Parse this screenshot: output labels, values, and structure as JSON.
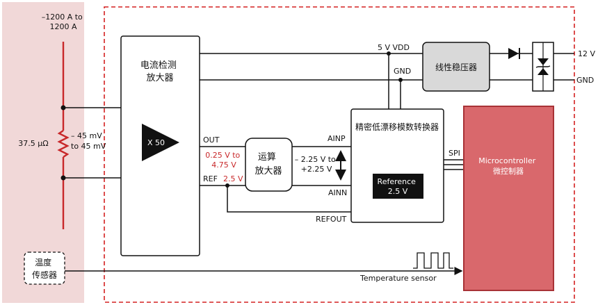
{
  "colors": {
    "sensor_band": "#f1d8d8",
    "frame_dash": "#d42020",
    "wire_red": "#c8282a",
    "regulator_fill": "#d9d9d9",
    "mcu_fill": "#d9686c",
    "mcu_border": "#a83236",
    "ref_block_fill": "#111111",
    "ref_text": "#ffffff"
  },
  "shunt": {
    "range": [
      "–1200 A to",
      "1200 A"
    ],
    "resistance": "37.5 μΩ",
    "voltage": [
      "– 45 mV",
      "to 45 mV"
    ]
  },
  "amplifier": {
    "title": [
      "电流检测",
      "放大器"
    ],
    "gain": "X 50",
    "out_label": "OUT",
    "ref_label": "REF",
    "ref_voltage": "2.5 V",
    "out_range": [
      "0.25 V to",
      "4.75 V"
    ]
  },
  "op_amp": {
    "title": [
      "运算",
      "放大器"
    ]
  },
  "adc": {
    "title": "精密低漂移模数转换器",
    "ainp": "AINP",
    "ainn": "AINN",
    "refout": "REFOUT",
    "input_range": [
      "– 2.25 V to",
      "+2.25 V"
    ],
    "reference": [
      "Reference",
      "2.5 V"
    ],
    "spi": "SPI"
  },
  "regulator": {
    "title": "线性稳压器"
  },
  "power": {
    "vdd": "5 V VDD",
    "gnd_bus": "GND",
    "v12": "12 V",
    "gnd_out": "GND"
  },
  "mcu": {
    "title": [
      "Microcontroller",
      "微控制器"
    ]
  },
  "temp_sensor": {
    "title": [
      "温度",
      "传感器"
    ],
    "signal": "Temperature sensor"
  }
}
